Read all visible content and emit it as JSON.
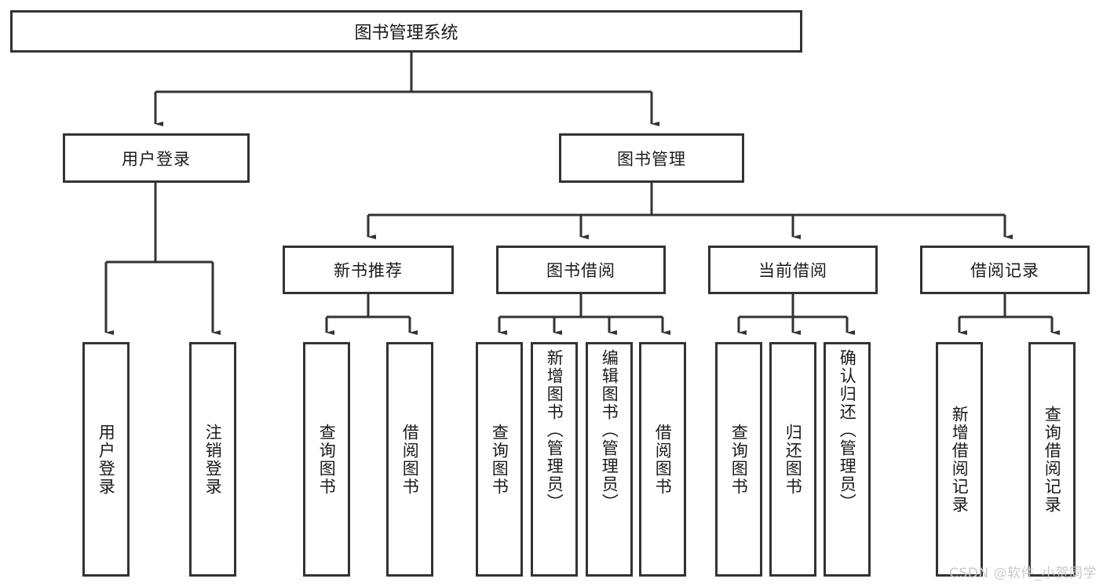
{
  "diagram": {
    "type": "tree",
    "title": "图书管理系统",
    "root": {
      "label": "图书管理系统"
    },
    "level2": [
      {
        "label": "用户登录"
      },
      {
        "label": "图书管理"
      }
    ],
    "level3": [
      {
        "label": "新书推荐"
      },
      {
        "label": "图书借阅"
      },
      {
        "label": "当前借阅"
      },
      {
        "label": "借阅记录"
      }
    ],
    "leaves": {
      "user_login": [
        {
          "label": "用户登录"
        },
        {
          "label": "注销登录"
        }
      ],
      "new_book_recommend": [
        {
          "label": "查询图书"
        },
        {
          "label": "借阅图书"
        }
      ],
      "book_borrow": [
        {
          "label": "查询图书"
        },
        {
          "label": "新增图书（管理员）"
        },
        {
          "label": "编辑图书（管理员）"
        },
        {
          "label": "借阅图书"
        }
      ],
      "current_borrow": [
        {
          "label": "查询图书"
        },
        {
          "label": "归还图书"
        },
        {
          "label": "确认归还（管理员）"
        }
      ],
      "borrow_record": [
        {
          "label": "新增借阅记录"
        },
        {
          "label": "查询借阅记录"
        }
      ]
    }
  },
  "watermark": {
    "text": "CSDN @软件_小贺同学"
  },
  "colors": {
    "border": "#333333",
    "background": "#ffffff",
    "text": "#1a1a1a",
    "watermark": "#c9c9c9"
  }
}
